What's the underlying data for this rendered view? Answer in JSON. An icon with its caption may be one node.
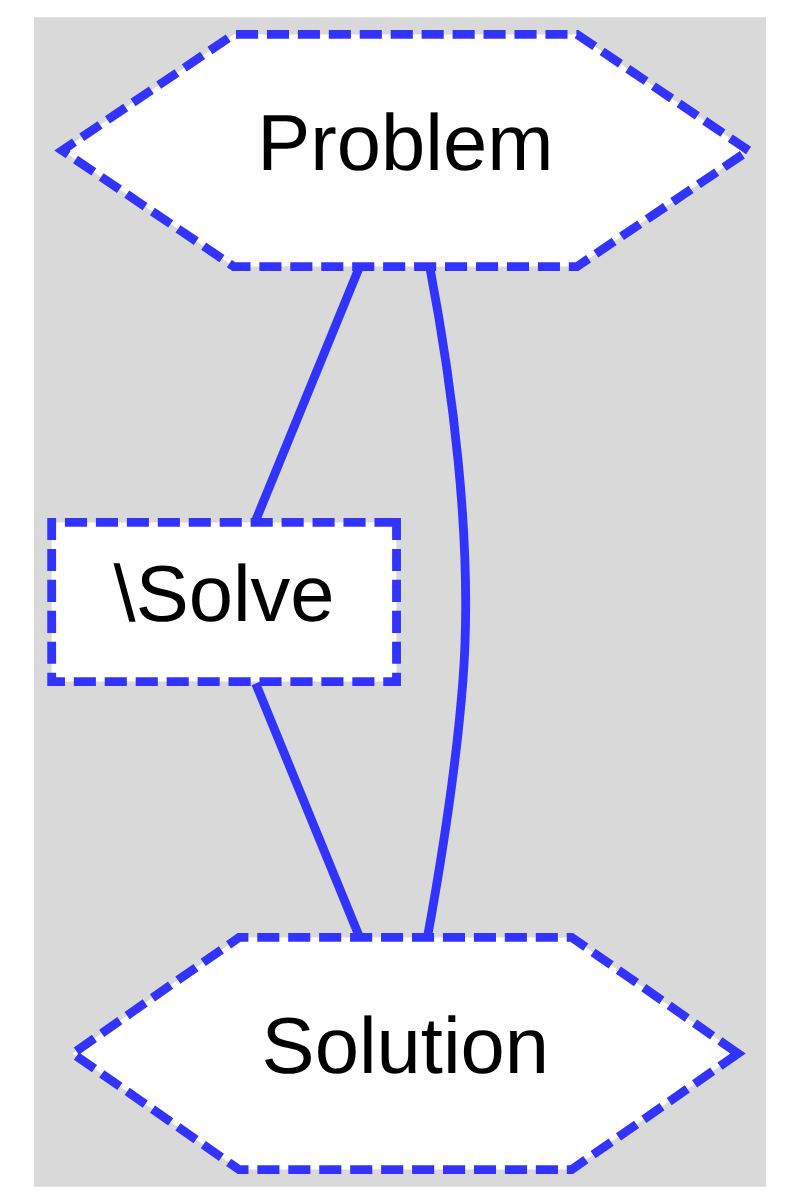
{
  "diagram": {
    "nodes": [
      {
        "text": [
          "Problem"
        ]
      },
      {
        "text": [
          "\\Solve"
        ]
      },
      {
        "text": [
          "Solution"
        ]
      }
    ],
    "edges": [
      {
        "from": 0,
        "to": 2,
        "arrow": "none"
      },
      {
        "from": 0,
        "to": 1,
        "arrow": "none"
      },
      {
        "from": 1,
        "to": 2,
        "arrow": "none"
      }
    ]
  }
}
